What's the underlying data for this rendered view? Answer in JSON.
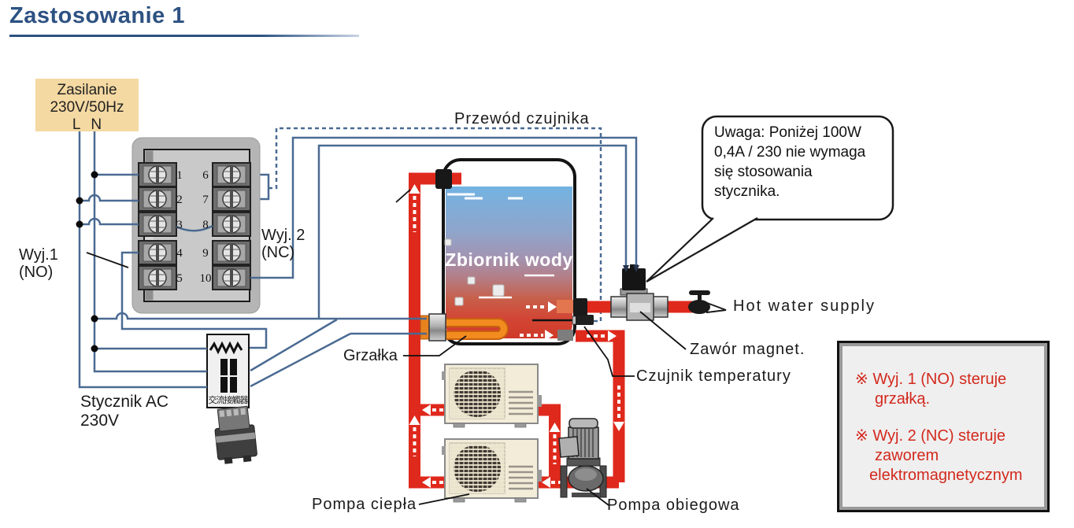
{
  "title": "Zastosowanie 1",
  "power_box": {
    "line1": "Zasilanie",
    "line2": "230V/50Hz",
    "l": "L",
    "n": "N"
  },
  "terminal_block": {
    "numbers": [
      "1",
      "2",
      "3",
      "4",
      "5",
      "6",
      "7",
      "8",
      "9",
      "10"
    ]
  },
  "labels": {
    "wyj1_line1": "Wyj.1",
    "wyj1_line2": "(NO)",
    "wyj2_line1": "Wyj. 2",
    "wyj2_line2": "(NC)",
    "sensor_wire": "Przewód czujnika",
    "heater": "Grzałka",
    "contactor_line1": "Stycznik AC",
    "contactor_line2": "230V",
    "contactor_symbol_text": "交流接觸器",
    "tank": "Zbiornik wody",
    "hot_water": "Hot water supply",
    "valve": "Zawór magnet.",
    "temp_sensor": "Czujnik temperatury",
    "heat_pump": "Pompa ciepła",
    "circ_pump": "Pompa obiegowa"
  },
  "note_bubble": {
    "lines": [
      "Uwaga: Poniżej 100W",
      "0,4A / 230 nie wymaga",
      "się stosowania",
      "stycznika."
    ]
  },
  "info_box": {
    "marker": "※",
    "item1_lines": [
      "Wyj. 1 (NO) steruje",
      "grzałką."
    ],
    "item2_lines": [
      "Wyj. 2 (NC) steruje",
      "zaworem",
      "elektromagnetycznym"
    ]
  },
  "colors": {
    "title_blue": "#2d5282",
    "wire_blue": "#4a6a92",
    "pipe_red": "#df291c",
    "power_box_bg": "#f5d9a2",
    "note_text_red": "#d3291d",
    "tank_top_blue": "#73b3e2",
    "tank_bottom_red": "#cf3a28",
    "heater_orange": "#f28c1f"
  }
}
